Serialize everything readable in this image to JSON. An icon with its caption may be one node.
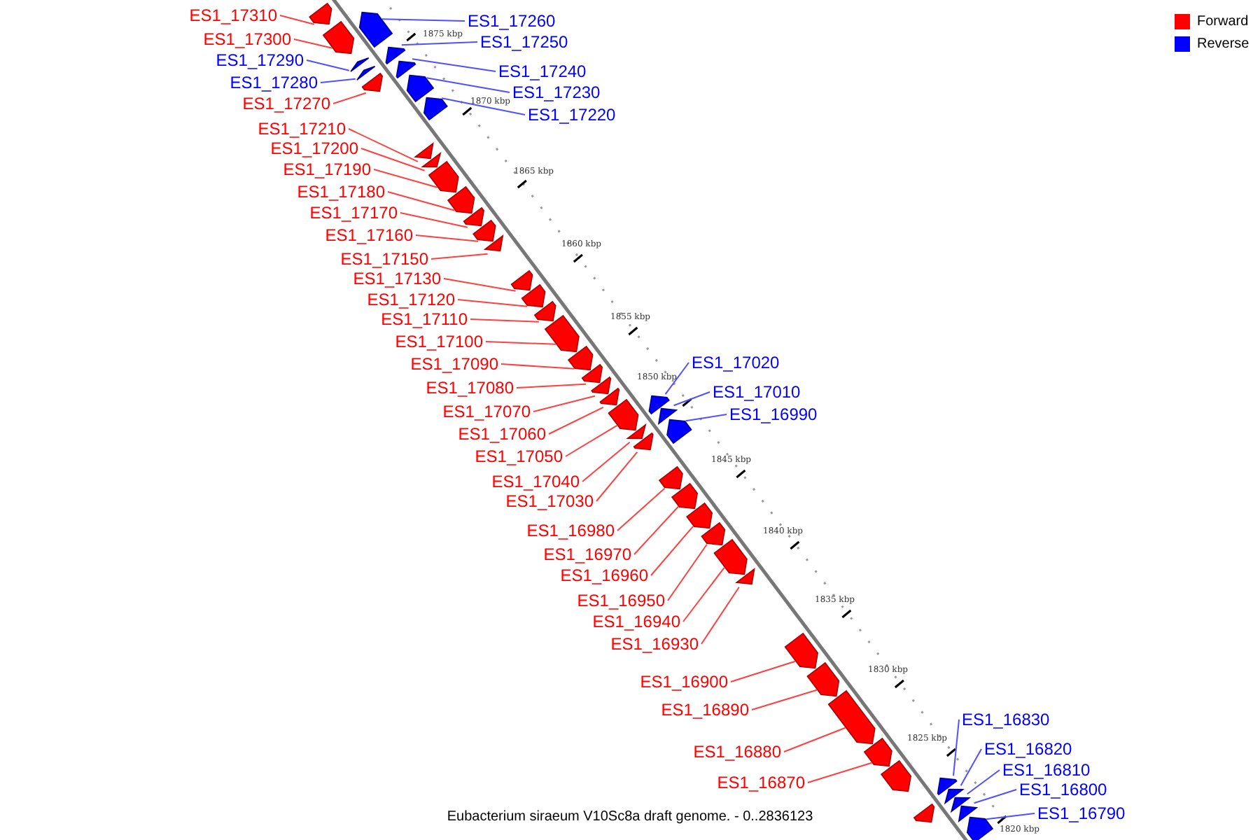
{
  "diagram": {
    "caption": "Eubacterium siraeum V10Sc8a draft genome. - 0..2836123",
    "nodes": [
      {
        "text": [
          "ES1_17310"
        ]
      },
      {
        "text": [
          "ES1_17260"
        ]
      },
      {
        "text": [
          "ES1_17300"
        ]
      },
      {
        "text": [
          "ES1_17250"
        ]
      },
      {
        "text": [
          "ES1_17290"
        ]
      },
      {
        "text": [
          "ES1_17240"
        ]
      },
      {
        "text": [
          "ES1_17280"
        ]
      },
      {
        "text": [
          "ES1_17230"
        ]
      },
      {
        "text": [
          "ES1_17270"
        ]
      },
      {
        "text": [
          "ES1_17220"
        ]
      },
      {
        "text": [
          "ES1_17210"
        ]
      },
      {
        "text": [
          "ES1_17200"
        ]
      },
      {
        "text": [
          "ES1_17190"
        ]
      },
      {
        "text": [
          "ES1_17180"
        ]
      },
      {
        "text": [
          "ES1_17170"
        ]
      },
      {
        "text": [
          "ES1_17160"
        ]
      },
      {
        "text": [
          "ES1_17150"
        ]
      },
      {
        "text": [
          "ES1_17130"
        ]
      },
      {
        "text": [
          "ES1_17120"
        ]
      },
      {
        "text": [
          "ES1_17110"
        ]
      },
      {
        "text": [
          "ES1_17100"
        ]
      },
      {
        "text": [
          "ES1_17020"
        ]
      },
      {
        "text": [
          "ES1_17090"
        ]
      },
      {
        "text": [
          "ES1_17080"
        ]
      },
      {
        "text": [
          "ES1_17010"
        ]
      },
      {
        "text": [
          "ES1_17070"
        ]
      },
      {
        "text": [
          "ES1_16990"
        ]
      },
      {
        "text": [
          "ES1_17060"
        ]
      },
      {
        "text": [
          "ES1_17050"
        ]
      },
      {
        "text": [
          "ES1_17040"
        ]
      },
      {
        "text": [
          "ES1_17030"
        ]
      },
      {
        "text": [
          "ES1_16980"
        ]
      },
      {
        "text": [
          "ES1_16970"
        ]
      },
      {
        "text": [
          "ES1_16960"
        ]
      },
      {
        "text": [
          "ES1_16950"
        ]
      },
      {
        "text": [
          "ES1_16940"
        ]
      },
      {
        "text": [
          "ES1_16930"
        ]
      },
      {
        "text": [
          "ES1_16900"
        ]
      },
      {
        "text": [
          "ES1_16890"
        ]
      },
      {
        "text": [
          "ES1_16830"
        ]
      },
      {
        "text": [
          "ES1_16820"
        ]
      },
      {
        "text": [
          "ES1_16880"
        ]
      },
      {
        "text": [
          "ES1_16810"
        ]
      },
      {
        "text": [
          "ES1_16870"
        ]
      },
      {
        "text": [
          "ES1_16800"
        ]
      },
      {
        "text": [
          "ES1_16790"
        ]
      },
      {
        "text": [],
        "shape": "arrow"
      },
      {
        "text": [],
        "shape": "arrow"
      },
      {
        "text": [],
        "shape": "arrow"
      },
      {
        "text": [],
        "shape": "arrow"
      },
      {
        "text": [],
        "shape": "arrow"
      },
      {
        "text": [],
        "shape": "arrow"
      },
      {
        "text": [],
        "shape": "arrow"
      },
      {
        "text": [],
        "shape": "arrow"
      },
      {
        "text": [],
        "shape": "arrow"
      },
      {
        "text": [],
        "shape": "arrow"
      },
      {
        "text": [],
        "shape": "arrow"
      },
      {
        "text": [],
        "shape": "arrow"
      },
      {
        "text": [],
        "shape": "arrow"
      },
      {
        "text": [],
        "shape": "arrow"
      },
      {
        "text": [],
        "shape": "arrow"
      },
      {
        "text": [],
        "shape": "arrow"
      },
      {
        "text": [],
        "shape": "arrow"
      },
      {
        "text": [],
        "shape": "arrow"
      },
      {
        "text": [],
        "shape": "arrow"
      },
      {
        "text": [],
        "shape": "arrow"
      },
      {
        "text": [],
        "shape": "arrow"
      },
      {
        "text": [],
        "shape": "arrow"
      },
      {
        "text": [],
        "shape": "arrow"
      },
      {
        "text": [],
        "shape": "arrow"
      },
      {
        "text": [],
        "shape": "arrow"
      },
      {
        "text": [],
        "shape": "arrow"
      },
      {
        "text": [],
        "shape": "arrow"
      },
      {
        "text": [],
        "shape": "arrow"
      },
      {
        "text": [],
        "shape": "arrow"
      },
      {
        "text": [],
        "shape": "arrow"
      },
      {
        "text": [],
        "shape": "arrow"
      },
      {
        "text": [],
        "shape": "arrow"
      },
      {
        "text": [],
        "shape": "arrow"
      },
      {
        "text": [],
        "shape": "arrow"
      },
      {
        "text": [],
        "shape": "arrow"
      },
      {
        "text": [],
        "shape": "arrow"
      },
      {
        "text": [],
        "shape": "arrow"
      },
      {
        "text": [],
        "shape": "arrow"
      },
      {
        "text": [],
        "shape": "arrow"
      },
      {
        "text": [],
        "shape": "arrow"
      },
      {
        "text": [],
        "shape": "arrow"
      },
      {
        "text": [],
        "shape": "arrow"
      },
      {
        "text": [],
        "shape": "arrow"
      },
      {
        "text": [],
        "shape": "arrow"
      },
      {
        "text": [],
        "shape": "arrow"
      },
      {
        "text": [],
        "shape": "arrow"
      },
      {
        "text": [],
        "shape": "arrow"
      },
      {
        "text": [],
        "shape": "arrow"
      }
    ],
    "edges": [
      {
        "from": 0,
        "to": 46,
        "arrow": "none"
      },
      {
        "from": 1,
        "to": 47,
        "arrow": "none",
        "color": "#5050ff"
      },
      {
        "from": 2,
        "to": 48,
        "arrow": "none"
      },
      {
        "from": 3,
        "to": 49,
        "arrow": "none",
        "color": "#5050ff"
      },
      {
        "from": 4,
        "to": 50,
        "arrow": "none",
        "color": "#5050ff"
      },
      {
        "from": 5,
        "to": 51,
        "arrow": "none",
        "color": "#5050ff"
      },
      {
        "from": 6,
        "to": 52,
        "arrow": "none",
        "color": "#5050ff"
      },
      {
        "from": 7,
        "to": 53,
        "arrow": "none",
        "color": "#5050ff"
      },
      {
        "from": 8,
        "to": 54,
        "arrow": "none"
      },
      {
        "from": 9,
        "to": 55,
        "arrow": "none",
        "color": "#5050ff"
      },
      {
        "from": 10,
        "to": 56,
        "arrow": "none"
      },
      {
        "from": 11,
        "to": 57,
        "arrow": "none"
      },
      {
        "from": 12,
        "to": 58,
        "arrow": "none"
      },
      {
        "from": 13,
        "to": 59,
        "arrow": "none"
      },
      {
        "from": 14,
        "to": 60,
        "arrow": "none"
      },
      {
        "from": 15,
        "to": 61,
        "arrow": "none"
      },
      {
        "from": 16,
        "to": 62,
        "arrow": "none"
      },
      {
        "from": 17,
        "to": 63,
        "arrow": "none"
      },
      {
        "from": 18,
        "to": 64,
        "arrow": "none"
      },
      {
        "from": 19,
        "to": 65,
        "arrow": "none"
      },
      {
        "from": 20,
        "to": 66,
        "arrow": "none"
      },
      {
        "from": 21,
        "to": 67,
        "arrow": "none",
        "color": "#5050ff"
      },
      {
        "from": 22,
        "to": 68,
        "arrow": "none"
      },
      {
        "from": 23,
        "to": 69,
        "arrow": "none"
      },
      {
        "from": 24,
        "to": 70,
        "arrow": "none",
        "color": "#5050ff"
      },
      {
        "from": 25,
        "to": 71,
        "arrow": "none"
      },
      {
        "from": 26,
        "to": 72,
        "arrow": "none",
        "color": "#5050ff"
      },
      {
        "from": 27,
        "to": 73,
        "arrow": "none"
      },
      {
        "from": 28,
        "to": 74,
        "arrow": "none"
      },
      {
        "from": 29,
        "to": 75,
        "arrow": "none"
      },
      {
        "from": 30,
        "to": 76,
        "arrow": "none"
      },
      {
        "from": 31,
        "to": 77,
        "arrow": "none"
      },
      {
        "from": 32,
        "to": 78,
        "arrow": "none"
      },
      {
        "from": 33,
        "to": 79,
        "arrow": "none"
      },
      {
        "from": 34,
        "to": 80,
        "arrow": "none"
      },
      {
        "from": 35,
        "to": 81,
        "arrow": "none"
      },
      {
        "from": 36,
        "to": 82,
        "arrow": "none"
      },
      {
        "from": 37,
        "to": 83,
        "arrow": "none"
      },
      {
        "from": 38,
        "to": 84,
        "arrow": "none"
      },
      {
        "from": 39,
        "to": 85,
        "arrow": "none",
        "color": "#5050ff"
      },
      {
        "from": 40,
        "to": 86,
        "arrow": "none",
        "color": "#5050ff"
      },
      {
        "from": 41,
        "to": 87,
        "arrow": "none"
      },
      {
        "from": 42,
        "to": 88,
        "arrow": "none",
        "color": "#5050ff"
      },
      {
        "from": 43,
        "to": 89,
        "arrow": "none"
      },
      {
        "from": 44,
        "to": 90,
        "arrow": "none",
        "color": "#5050ff"
      },
      {
        "from": 45,
        "to": 91,
        "arrow": "none",
        "color": "#5050ff"
      }
    ],
    "labels": [
      "1875 kbp",
      "1870 kbp",
      "1865 kbp",
      "1860 kbp",
      "1855 kbp",
      "1850 kbp",
      "1845 kbp",
      "1840 kbp",
      "1835 kbp",
      "1830 kbp",
      "1825 kbp",
      "1820 kbp"
    ],
    "legend": [
      {
        "text": "Forward",
        "color": "#ff0000"
      },
      {
        "text": "Reverse",
        "color": "#0000ff"
      }
    ]
  }
}
